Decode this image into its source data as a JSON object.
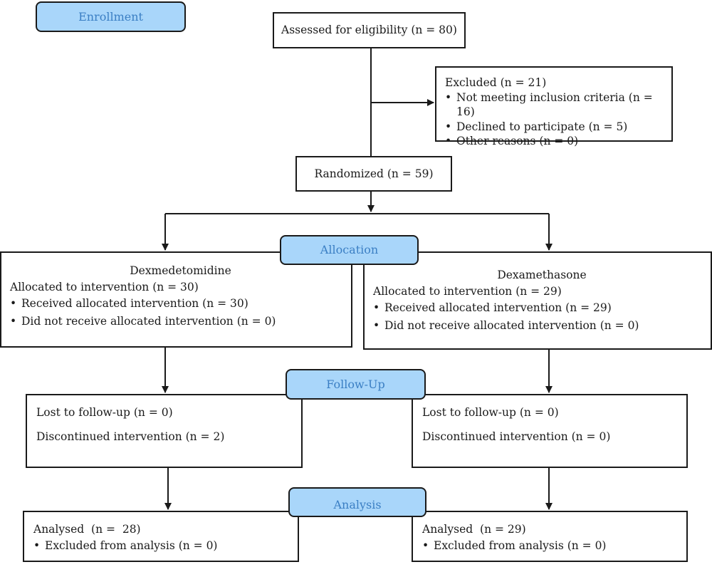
{
  "stages": {
    "enrollment": "Enrollment",
    "allocation": "Allocation",
    "follow_up": "Follow-Up",
    "analysis": "Analysis"
  },
  "assessed": "Assessed for eligibility (n = 80)",
  "excluded": {
    "title": "Excluded (n = 21)",
    "items": [
      "Not meeting inclusion criteria (n = 16)",
      "Declined to participate (n = 5)",
      "Other reasons (n = 0)"
    ]
  },
  "randomized": "Randomized (n = 59)",
  "allocation": {
    "left": {
      "group": "Dexmedetomidine",
      "allocated": "Allocated to intervention (n = 30)",
      "items": [
        "Received allocated intervention (n = 30)",
        "Did not receive allocated intervention (n = 0)"
      ]
    },
    "right": {
      "group": "Dexamethasone",
      "allocated": "Allocated to intervention (n = 29)",
      "items": [
        "Received allocated intervention (n = 29)",
        "Did not receive allocated intervention (n = 0)"
      ]
    }
  },
  "follow_up": {
    "left": {
      "lost": "Lost to follow-up (n = 0)",
      "discontinued": "Discontinued intervention (n = 2)"
    },
    "right": {
      "lost": "Lost to follow-up (n = 0)",
      "discontinued": "Discontinued intervention (n = 0)"
    }
  },
  "analysis": {
    "left": {
      "analysed": "Analysed  (n =  28)",
      "items": [
        "Excluded from analysis (n = 0)"
      ]
    },
    "right": {
      "analysed": "Analysed  (n = 29)",
      "items": [
        "Excluded from analysis (n = 0)"
      ]
    }
  }
}
